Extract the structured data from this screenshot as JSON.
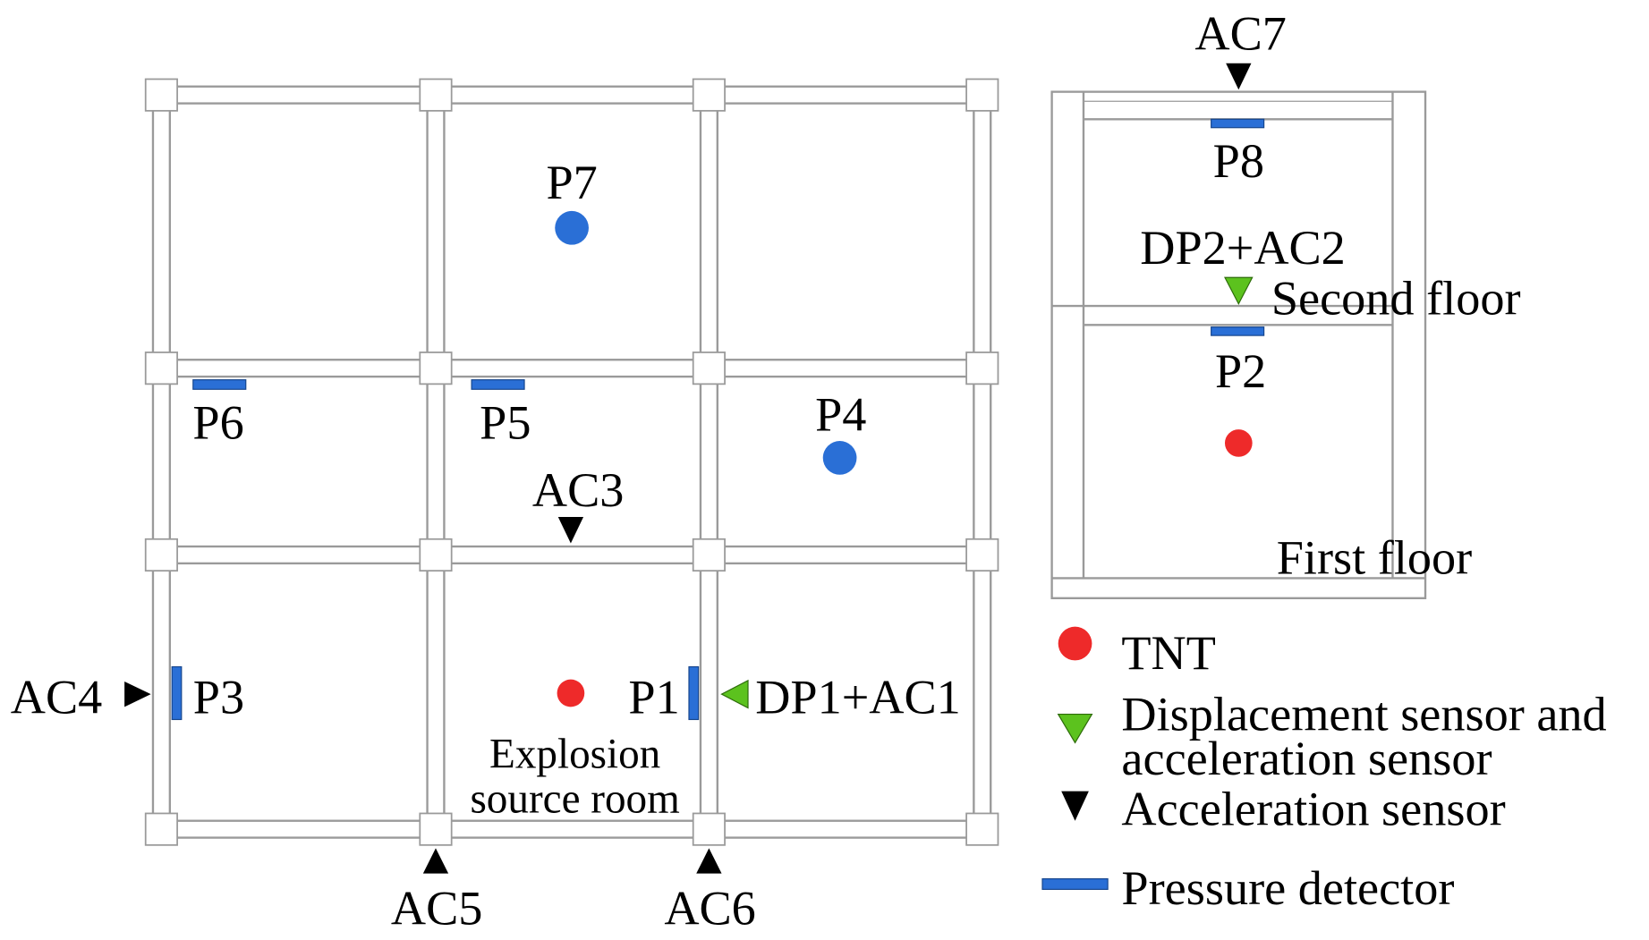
{
  "colors": {
    "tnt": "#ee2a2a",
    "pressure": "#2a6fd6",
    "displacement": "#5cc21e",
    "acceleration": "#000000",
    "structure": "#9a9a9a"
  },
  "plan": {
    "labels": {
      "p1": "P1",
      "p3": "P3",
      "p4": "P4",
      "p5": "P5",
      "p6": "P6",
      "p7": "P7",
      "ac3": "AC3",
      "ac4": "AC4",
      "ac5": "AC5",
      "ac6": "AC6",
      "dp1_ac1": "DP1+AC1",
      "room_line1": "Explosion",
      "room_line2": "source room"
    }
  },
  "elevation": {
    "labels": {
      "ac7": "AC7",
      "p8": "P8",
      "dp2_ac2": "DP2+AC2",
      "p2": "P2",
      "second_floor": "Second floor",
      "first_floor": "First floor"
    }
  },
  "legend": {
    "items": [
      {
        "icon": "red-circle",
        "label": "TNT"
      },
      {
        "icon": "green-down-triangle",
        "label": "Displacement sensor and",
        "label2": "acceleration sensor"
      },
      {
        "icon": "black-down-triangle",
        "label": "Acceleration sensor"
      },
      {
        "icon": "blue-bar",
        "label": "Pressure detector"
      }
    ]
  }
}
